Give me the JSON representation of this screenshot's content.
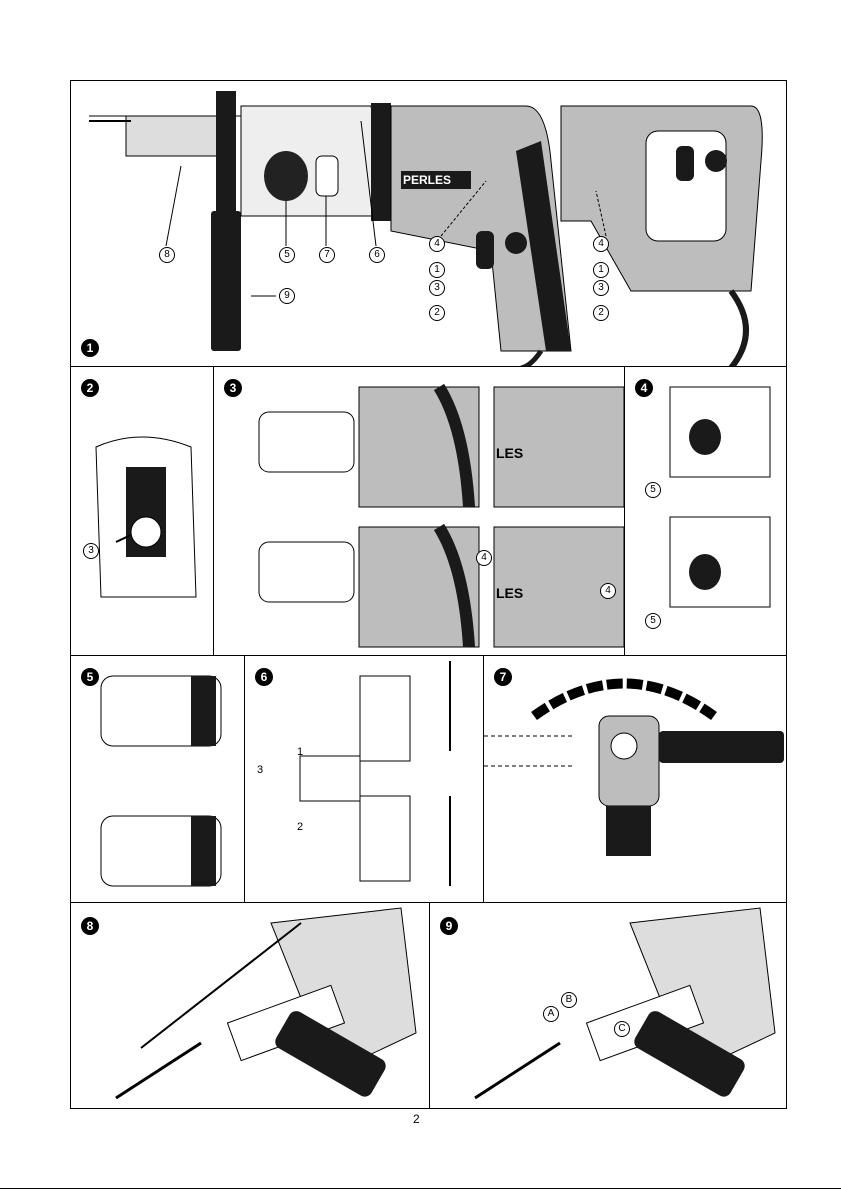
{
  "brand": "PERLES",
  "brand_short": "LES",
  "page_number": "2",
  "figures": [
    {
      "number": "1"
    },
    {
      "number": "2"
    },
    {
      "number": "3"
    },
    {
      "number": "4"
    },
    {
      "number": "5"
    },
    {
      "number": "6"
    },
    {
      "number": "7"
    },
    {
      "number": "8"
    },
    {
      "number": "9"
    }
  ],
  "fig1_callouts": [
    "8",
    "5",
    "7",
    "6",
    "4",
    "1",
    "3",
    "2",
    "9",
    "4",
    "1",
    "3",
    "2"
  ],
  "fig2_callouts": [
    "3"
  ],
  "fig3_callouts": [
    "4",
    "4"
  ],
  "fig4_callouts": [
    "5",
    "5"
  ],
  "fig6_labels": [
    "1",
    "2",
    "3"
  ],
  "fig9_labels": [
    "A",
    "B",
    "C"
  ],
  "colors": {
    "frame": "#000000",
    "tool_body": "#bdbdbd",
    "tool_dark": "#1a1a1a"
  }
}
